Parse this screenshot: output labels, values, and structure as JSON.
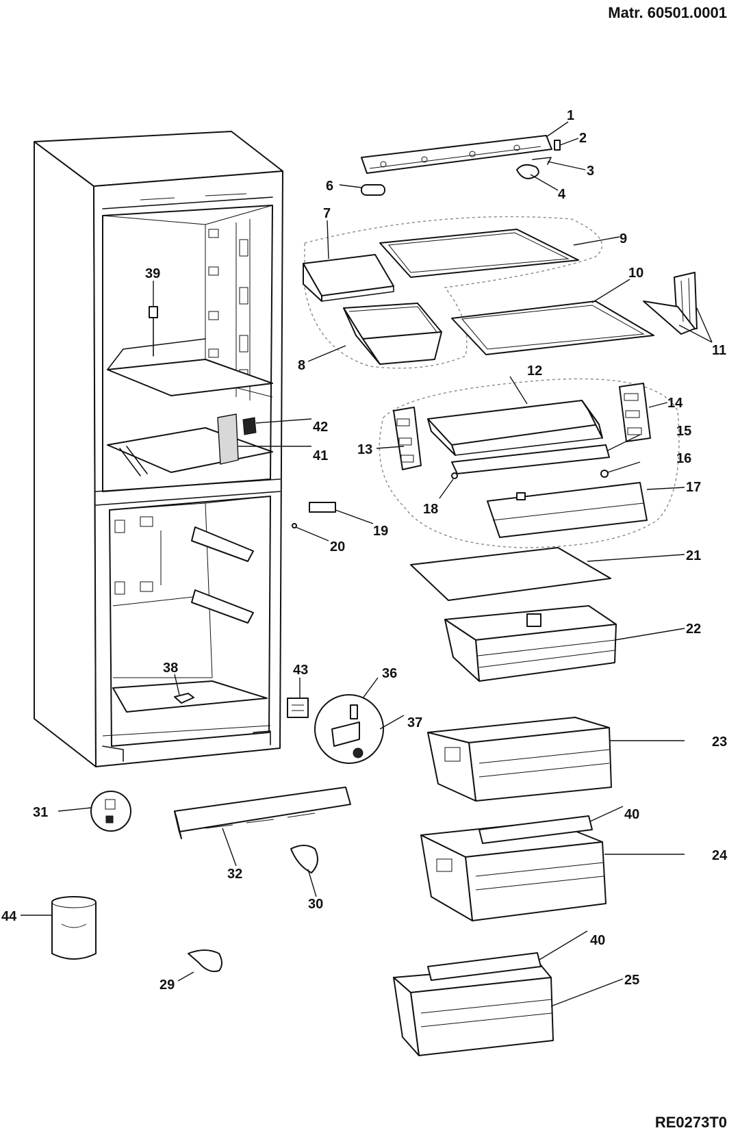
{
  "header": {
    "material_number": "Matr. 60501.0001"
  },
  "footer": {
    "drawing_code": "RE0273T0"
  },
  "callouts": [
    {
      "id": "c1",
      "label": "1"
    },
    {
      "id": "c2",
      "label": "2"
    },
    {
      "id": "c3",
      "label": "3"
    },
    {
      "id": "c4",
      "label": "4"
    },
    {
      "id": "c6",
      "label": "6"
    },
    {
      "id": "c7",
      "label": "7"
    },
    {
      "id": "c8",
      "label": "8"
    },
    {
      "id": "c9",
      "label": "9"
    },
    {
      "id": "c10",
      "label": "10"
    },
    {
      "id": "c11",
      "label": "11"
    },
    {
      "id": "c12",
      "label": "12"
    },
    {
      "id": "c13",
      "label": "13"
    },
    {
      "id": "c14",
      "label": "14"
    },
    {
      "id": "c15",
      "label": "15"
    },
    {
      "id": "c16",
      "label": "16"
    },
    {
      "id": "c17",
      "label": "17"
    },
    {
      "id": "c18",
      "label": "18"
    },
    {
      "id": "c19",
      "label": "19"
    },
    {
      "id": "c20",
      "label": "20"
    },
    {
      "id": "c21",
      "label": "21"
    },
    {
      "id": "c22",
      "label": "22"
    },
    {
      "id": "c23",
      "label": "23"
    },
    {
      "id": "c24",
      "label": "24"
    },
    {
      "id": "c25",
      "label": "25"
    },
    {
      "id": "c29",
      "label": "29"
    },
    {
      "id": "c30",
      "label": "30"
    },
    {
      "id": "c31",
      "label": "31"
    },
    {
      "id": "c32",
      "label": "32"
    },
    {
      "id": "c36",
      "label": "36"
    },
    {
      "id": "c37",
      "label": "37"
    },
    {
      "id": "c38",
      "label": "38"
    },
    {
      "id": "c39",
      "label": "39"
    },
    {
      "id": "c40a",
      "label": "40"
    },
    {
      "id": "c40b",
      "label": "40"
    },
    {
      "id": "c41",
      "label": "41"
    },
    {
      "id": "c42",
      "label": "42"
    },
    {
      "id": "c43",
      "label": "43"
    },
    {
      "id": "c44",
      "label": "44"
    }
  ]
}
